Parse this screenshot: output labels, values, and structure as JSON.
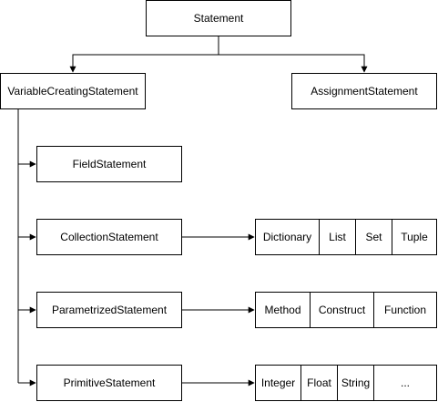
{
  "nodes": {
    "root": "Statement",
    "variable_creating": "VariableCreatingStatement",
    "assignment": "AssignmentStatement",
    "field": "FieldStatement",
    "collection": "CollectionStatement",
    "parametrized": "ParametrizedStatement",
    "primitive": "PrimitiveStatement"
  },
  "groups": {
    "collection_types": [
      "Dictionary",
      "List",
      "Set",
      "Tuple"
    ],
    "parametrized_types": [
      "Method",
      "Construct",
      "Function"
    ],
    "primitive_types": [
      "Integer",
      "Float",
      "String",
      "..."
    ]
  }
}
